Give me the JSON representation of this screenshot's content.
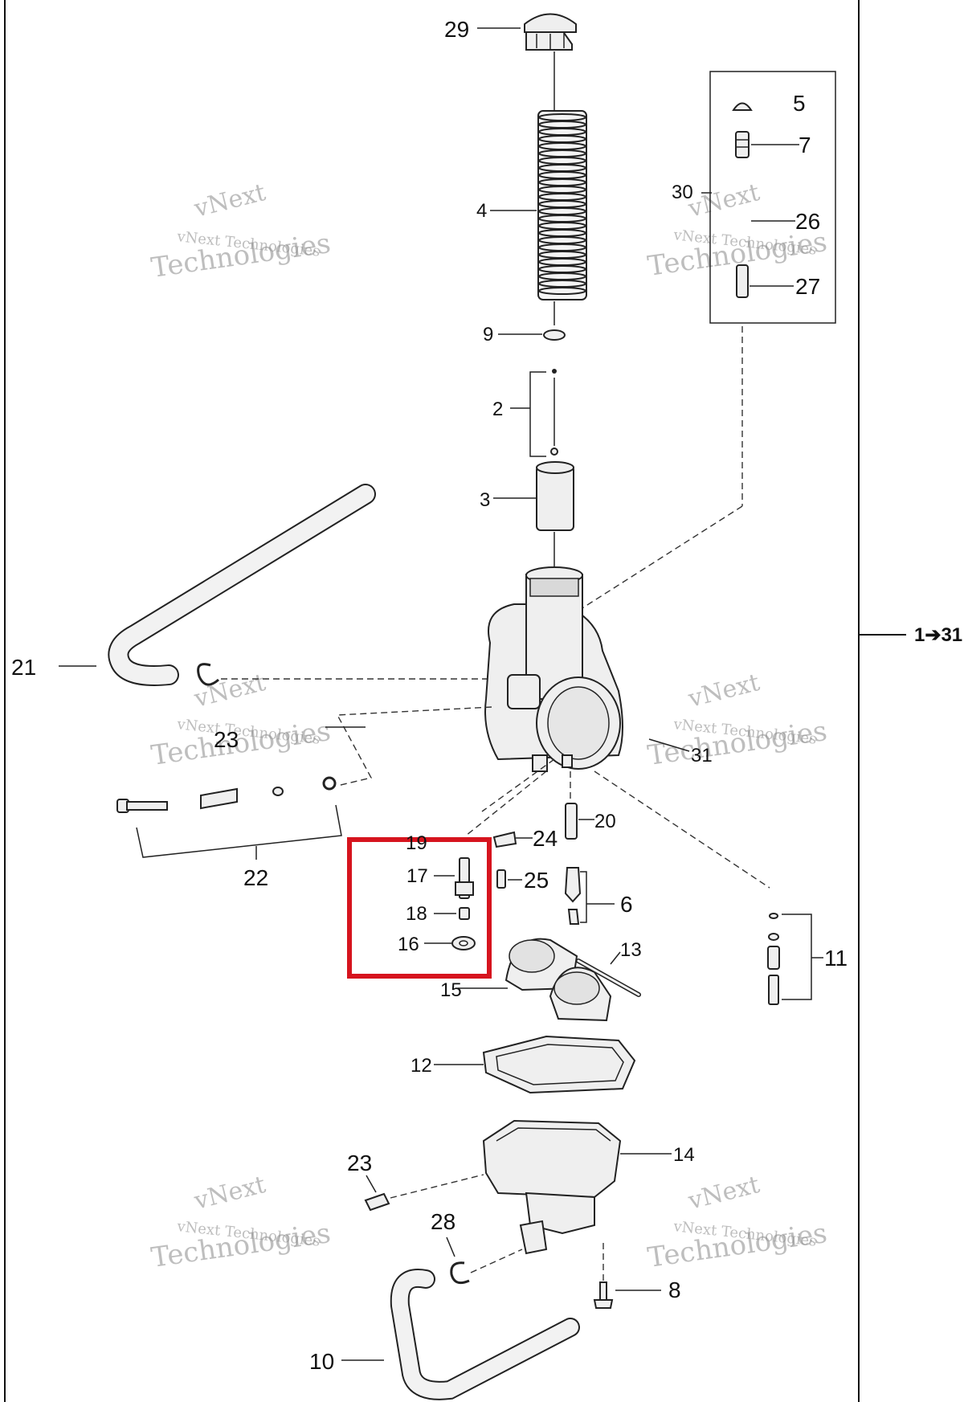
{
  "diagram": {
    "range_label": "1➔31",
    "watermark_line1": "vNext Technologies",
    "watermark_line2": "Technologies",
    "watermark_top": "vNext",
    "callouts": {
      "p29": "29",
      "p4": "4",
      "p9": "9",
      "p2": "2",
      "p3": "3",
      "p5": "5",
      "p7": "7",
      "p30": "30",
      "p26": "26",
      "p27": "27",
      "p21": "21",
      "p23a": "23",
      "p22": "22",
      "p31": "31",
      "p19": "19",
      "p17": "17",
      "p18": "18",
      "p16": "16",
      "p24": "24",
      "p20": "20",
      "p25": "25",
      "p6": "6",
      "p13": "13",
      "p15": "15",
      "p11": "11",
      "p12": "12",
      "p14": "14",
      "p23b": "23",
      "p28": "28",
      "p8": "8",
      "p10": "10"
    },
    "highlight": {
      "color": "#d6141e",
      "parts": [
        "19",
        "17",
        "18",
        "16"
      ]
    }
  }
}
